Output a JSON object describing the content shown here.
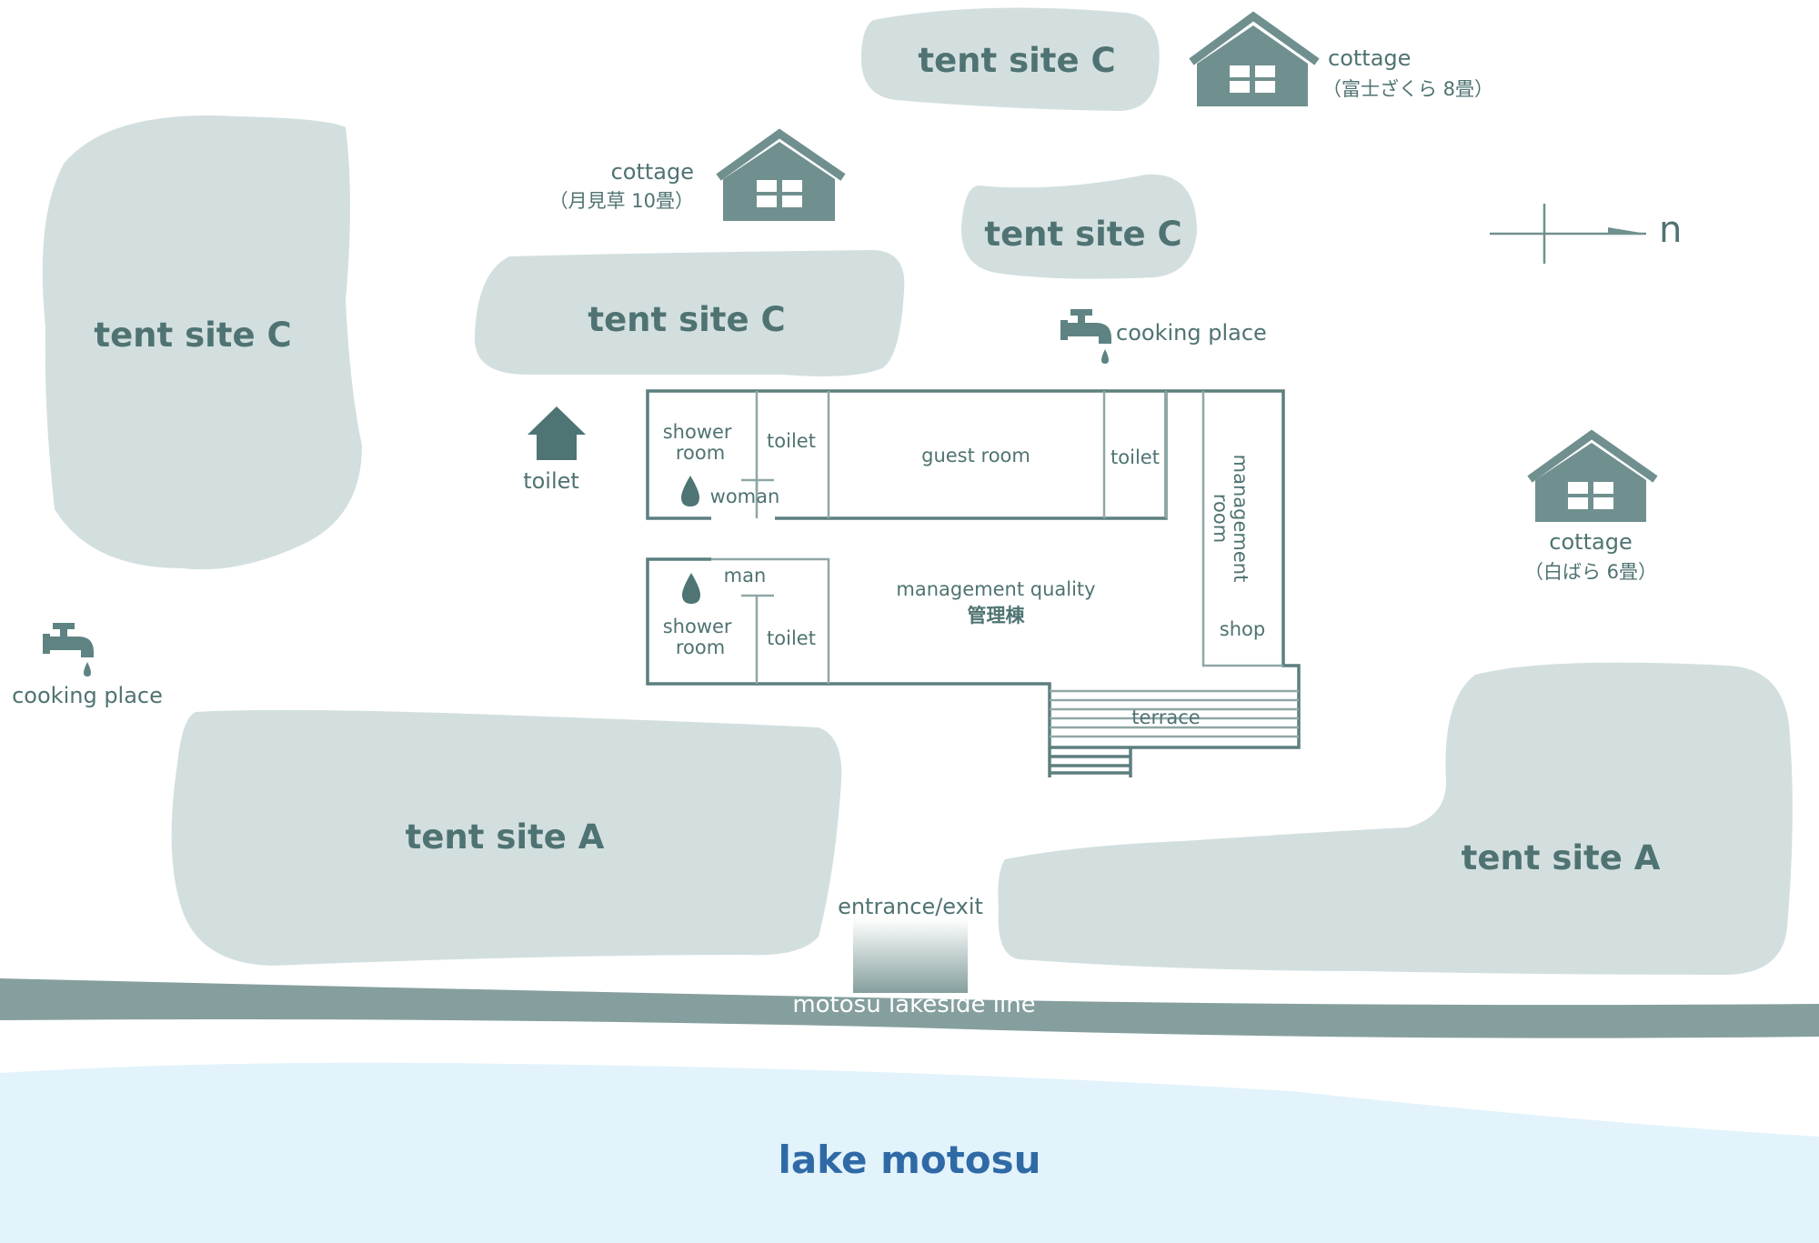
{
  "map": {
    "tent_sites": [
      {
        "id": "c1",
        "label": "tent site C"
      },
      {
        "id": "c2",
        "label": "tent site C"
      },
      {
        "id": "c3",
        "label": "tent site C"
      },
      {
        "id": "c4",
        "label": "tent site C"
      },
      {
        "id": "a1",
        "label": "tent site A"
      },
      {
        "id": "a2",
        "label": "tent site A"
      }
    ],
    "cottages": [
      {
        "id": "fuji",
        "label": "cottage",
        "sub": "（富士ざくら  8畳）"
      },
      {
        "id": "tsuki",
        "label": "cottage",
        "sub": "（月見草  10畳）"
      },
      {
        "id": "shirobara",
        "label": "cottage",
        "sub": "（白ばら  6畳）"
      }
    ],
    "cooking_places": [
      {
        "id": "north",
        "label": "cooking place"
      },
      {
        "id": "west",
        "label": "cooking place"
      }
    ],
    "outdoor_toilet": {
      "label": "toilet"
    },
    "compass": {
      "label": "n"
    },
    "building": {
      "shower_room_woman": "shower room",
      "toilet_woman": "toilet",
      "woman": "woman",
      "guest_room": "guest room",
      "toilet_right": "toilet",
      "management_room": "management room",
      "man": "man",
      "shower_room_man": "shower room",
      "toilet_man": "toilet",
      "management_quality": "management quality",
      "management_quality_jp": "管理棟",
      "shop": "shop",
      "terrace": "terrace"
    },
    "entrance": "entrance/exit",
    "road": "motosu  lakeside  line",
    "lake": "lake  motosu"
  },
  "colors": {
    "tent_site": "#d3dfdf",
    "icon": "#70908f",
    "text": "#4f7372",
    "road": "#859f9e",
    "lake": "#e2f3fb",
    "lake_text": "#2f6aa6"
  }
}
